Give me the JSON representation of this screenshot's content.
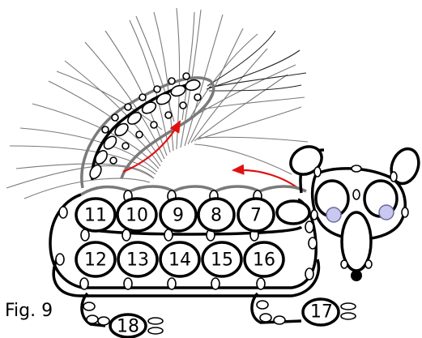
{
  "figure": {
    "caption": "Fig. 9",
    "ring_numbers": [
      "11",
      "10",
      "9",
      "8",
      "7",
      "12",
      "13",
      "14",
      "15",
      "16",
      "18",
      "17"
    ]
  },
  "colors": {
    "outline": "#000000",
    "grey_thread": "#7a7a7a",
    "arrow": "#e01010",
    "eye": "#c8c8f0",
    "nose": "#000000"
  }
}
